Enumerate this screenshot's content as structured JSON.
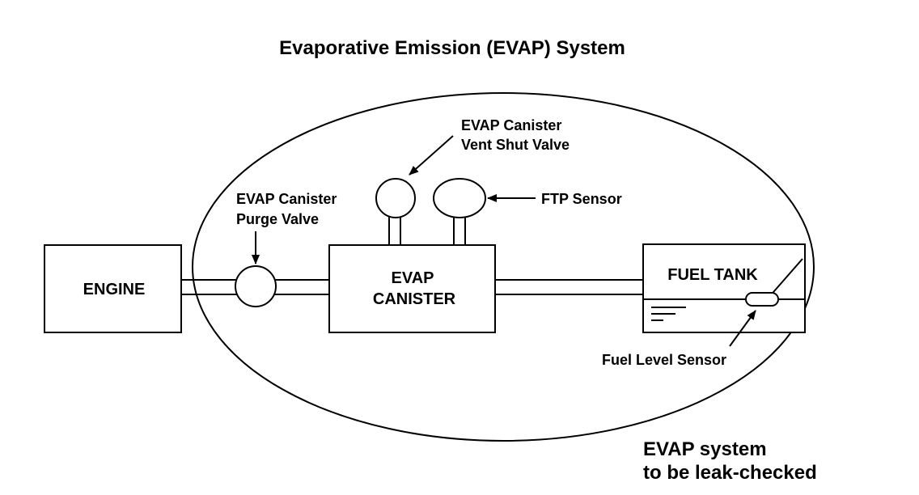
{
  "title": "Evaporative Emission (EVAP) System",
  "components": {
    "engine": "ENGINE",
    "canister_line1": "EVAP",
    "canister_line2": "CANISTER",
    "fuel_tank": "FUEL TANK"
  },
  "callouts": {
    "vent_valve_line1": "EVAP Canister",
    "vent_valve_line2": "Vent Shut Valve",
    "purge_valve_line1": "EVAP Canister",
    "purge_valve_line2": "Purge Valve",
    "ftp_sensor": "FTP Sensor",
    "fuel_level_sensor": "Fuel Level Sensor"
  },
  "note": {
    "line1": "EVAP system",
    "line2": "to be leak-checked"
  }
}
